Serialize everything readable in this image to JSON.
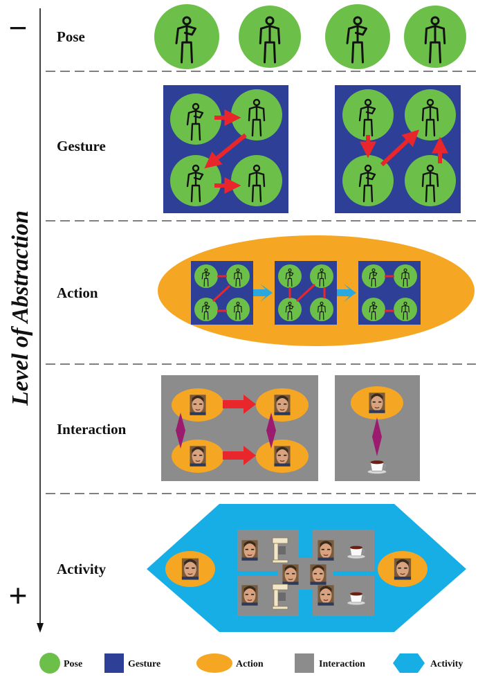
{
  "axis": {
    "title": "Level of Abstraction",
    "minus_sign": "−",
    "plus_sign": "+"
  },
  "levels": [
    {
      "id": "pose",
      "label": "Pose"
    },
    {
      "id": "gesture",
      "label": "Gesture"
    },
    {
      "id": "action",
      "label": "Action"
    },
    {
      "id": "interaction",
      "label": "Interaction"
    },
    {
      "id": "activity",
      "label": "Activity"
    }
  ],
  "legend": [
    {
      "label": "Pose",
      "shape": "circle",
      "color": "#6cc04a"
    },
    {
      "label": "Gesture",
      "shape": "square",
      "color": "#2e3f97"
    },
    {
      "label": "Action",
      "shape": "ellipse",
      "color": "#f5a623"
    },
    {
      "label": "Interaction",
      "shape": "square",
      "color": "#8c8c8c"
    },
    {
      "label": "Activity",
      "shape": "hexagon",
      "color": "#17aee6"
    }
  ],
  "colors": {
    "pose": "#6cc04a",
    "gesture": "#2e3f97",
    "action": "#f5a623",
    "interaction": "#8c8c8c",
    "activity": "#17aee6",
    "gesture_arrow": "#e8262b",
    "action_arrow": "#29a8e0",
    "interaction_arrow": "#9b1c6e",
    "face_bg": "#7a5a3a",
    "skin": "#d8a37e"
  },
  "icons": {
    "pose_figure": "stick-figure-icon",
    "face": "face-icon",
    "coffee_cup": "coffee-cup-icon",
    "coffee_machine": "coffee-machine-icon"
  }
}
